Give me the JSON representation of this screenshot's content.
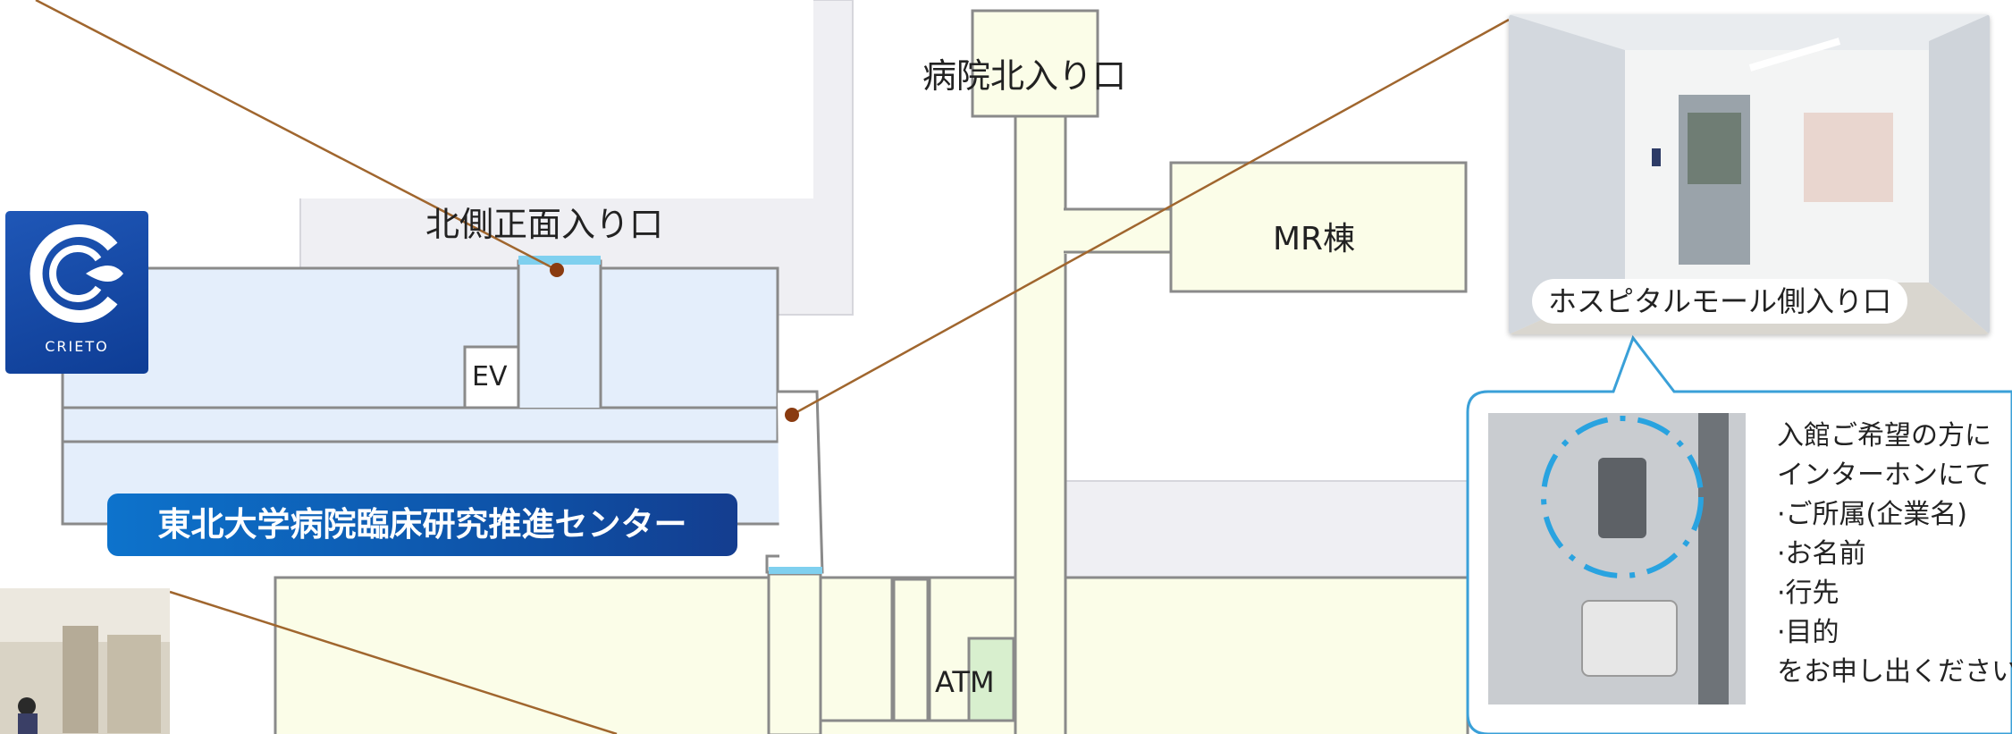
{
  "map": {
    "labels": {
      "north_main_entrance": "北側正面入り口",
      "hospital_north_entrance": "病院北入り口",
      "mr_building": "MR棟",
      "ev": "EV",
      "atm": "ATM"
    },
    "banner_title": "東北大学病院臨床研究推進センター",
    "logo_text": "CRIETO",
    "photo_caption": "ホスピタルモール側入り口",
    "callout_lines": [
      "入館ご希望の方に",
      "インターホンにて",
      "·ご所属(企業名)",
      "·お名前",
      "·行先",
      "·目的",
      "をお申し出ください"
    ],
    "colors": {
      "building_blue": "#e4eefb",
      "hospital_yellow": "#fbfde8",
      "gray_area": "#efeff3",
      "leader_line": "#a0662e",
      "marker_dot": "#8a3b10",
      "entrance_marker": "#7fd0ef",
      "callout_border": "#3aa0d8",
      "intercom_highlight": "#29a3e0"
    }
  }
}
